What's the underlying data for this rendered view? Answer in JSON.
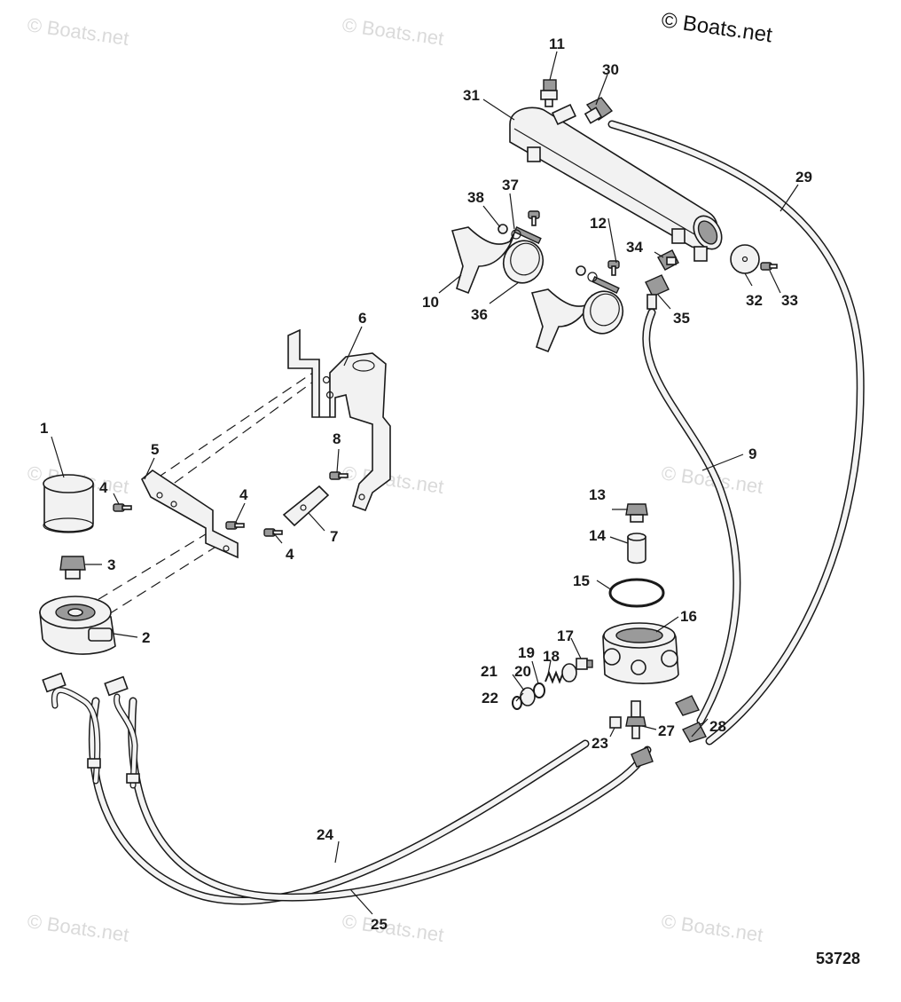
{
  "copyright": "© Boats.net",
  "watermark": "© Boats.net",
  "figure_number": "53728",
  "callouts": [
    "1",
    "2",
    "3",
    "4",
    "5",
    "6",
    "7",
    "8",
    "9",
    "10",
    "11",
    "12",
    "13",
    "14",
    "15",
    "16",
    "17",
    "18",
    "19",
    "20",
    "21",
    "22",
    "23",
    "24",
    "25",
    "27",
    "28",
    "29",
    "30",
    "31",
    "32",
    "33",
    "34",
    "35",
    "36",
    "37",
    "38"
  ],
  "colors": {
    "line": "#1a1a1a",
    "part_fill": "#f2f2f2",
    "watermark": "#dadada"
  }
}
